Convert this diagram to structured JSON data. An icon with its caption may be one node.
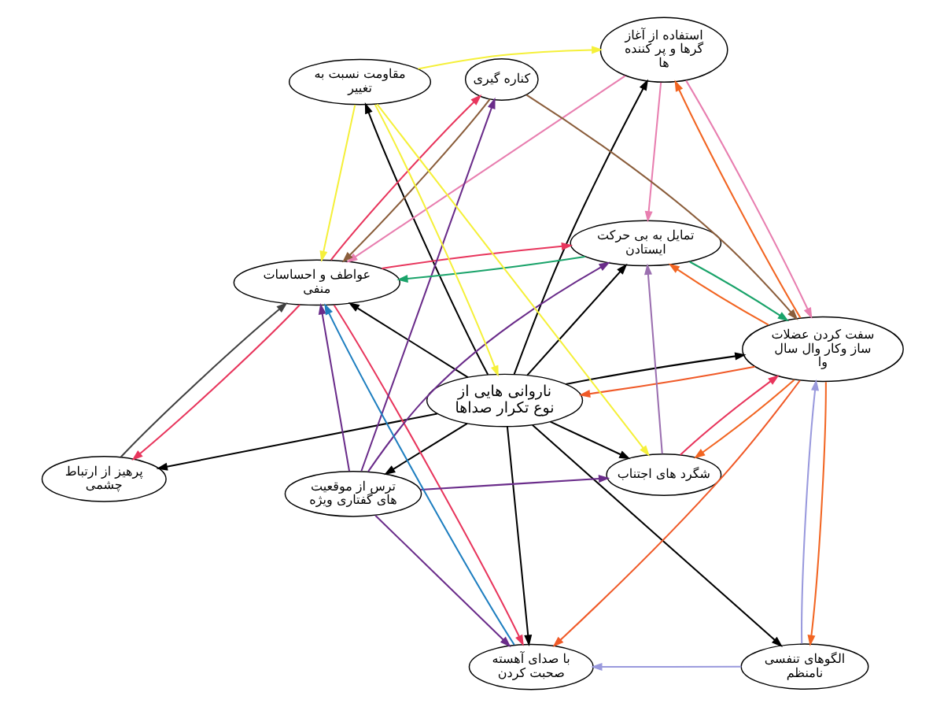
{
  "diagram": {
    "nodes": [
      {
        "text": [
          "ناروانی هایی از نوع تکرار صداها"
        ]
      },
      {
        "text": [
          "سفت کردن عضلات ساز وکار وال سال وا"
        ]
      },
      {
        "text": [
          "الگوهای تنفسی نامنظم"
        ]
      },
      {
        "text": [
          "عواطف و احساسات منفی"
        ]
      },
      {
        "text": [
          "استفاده از آغاز گرها و پر کننده ها"
        ]
      },
      {
        "text": [
          "کناره گیری"
        ]
      },
      {
        "text": [
          "ترس از موقعیت های گفتاری ویژه"
        ]
      },
      {
        "text": [
          "شگرد های اجتناب"
        ]
      },
      {
        "text": [
          "پرهیز از ارتباط چشمی"
        ]
      },
      {
        "text": [
          "تمایل به بی حرکت ایستادن"
        ]
      },
      {
        "text": [
          "با صدای آهسته صحبت کردن"
        ]
      },
      {
        "text": [
          "مقاومت نسبت به تغییر"
        ]
      }
    ],
    "edges": [
      {
        "from": 0,
        "to": 2,
        "arrow": "to"
      },
      {
        "from": 0,
        "to": 1,
        "arrow": "to"
      },
      {
        "from": 0,
        "to": 4,
        "arrow": "to"
      },
      {
        "from": 0,
        "to": 3,
        "arrow": "to"
      },
      {
        "from": 0,
        "to": 6,
        "arrow": "to"
      },
      {
        "from": 0,
        "to": 8,
        "arrow": "to"
      },
      {
        "from": 0,
        "to": 10,
        "arrow": "to"
      },
      {
        "from": 0,
        "to": 11,
        "arrow": "to"
      },
      {
        "from": 0,
        "to": 9,
        "arrow": "to"
      },
      {
        "from": 0,
        "to": 7,
        "arrow": "to"
      },
      {
        "from": 1,
        "to": 0,
        "arrow": "to",
        "color": "#f05a28"
      },
      {
        "from": 1,
        "to": 2,
        "arrow": "to",
        "color": "#f26522"
      },
      {
        "from": 2,
        "to": 1,
        "arrow": "to",
        "color": "#9999dd"
      },
      {
        "from": 2,
        "to": 10,
        "arrow": "to",
        "color": "#9999dd"
      },
      {
        "from": 1,
        "to": 4,
        "arrow": "to",
        "color": "#f26522"
      },
      {
        "from": 4,
        "to": 1,
        "arrow": "to",
        "color": "#e87fb0"
      },
      {
        "from": 4,
        "to": 3,
        "arrow": "to",
        "color": "#e87fb0"
      },
      {
        "from": 11,
        "to": 4,
        "arrow": "to",
        "color": "#f5f03a"
      },
      {
        "from": 11,
        "to": 0,
        "arrow": "to",
        "color": "#f5f03a"
      },
      {
        "from": 4,
        "to": 9,
        "arrow": "to",
        "color": "#e87fb0"
      },
      {
        "from": 6,
        "to": 3,
        "arrow": "to",
        "color": "#6a2c8a"
      },
      {
        "from": 6,
        "to": 5,
        "arrow": "to",
        "color": "#6a2c8a"
      },
      {
        "from": 6,
        "to": 10,
        "arrow": "to",
        "color": "#6a2c8a"
      },
      {
        "from": 6,
        "to": 9,
        "arrow": "to",
        "color": "#6a2c8a"
      },
      {
        "from": 6,
        "to": 7,
        "arrow": "to",
        "color": "#6a2c8a"
      },
      {
        "from": 8,
        "to": 3,
        "arrow": "to",
        "color": "#404040"
      },
      {
        "from": 10,
        "to": 3,
        "arrow": "to",
        "color": "#1f7fc0"
      },
      {
        "from": 9,
        "to": 1,
        "arrow": "to",
        "color": "#1aa36a"
      },
      {
        "from": 9,
        "to": 3,
        "arrow": "to",
        "color": "#1aa36a"
      },
      {
        "from": 11,
        "to": 7,
        "arrow": "to",
        "color": "#f5f03a"
      },
      {
        "from": 11,
        "to": 3,
        "arrow": "to",
        "color": "#f5f03a"
      },
      {
        "from": 3,
        "to": 8,
        "arrow": "to",
        "color": "#e8365d"
      },
      {
        "from": 3,
        "to": 10,
        "arrow": "to",
        "color": "#e8365d"
      },
      {
        "from": 3,
        "to": 9,
        "arrow": "to",
        "color": "#e8365d"
      },
      {
        "from": 3,
        "to": 5,
        "arrow": "to",
        "color": "#e8365d"
      },
      {
        "from": 7,
        "to": 1,
        "arrow": "to",
        "color": "#e8365d"
      },
      {
        "from": 5,
        "to": 3,
        "arrow": "to",
        "color": "#8b5e3c"
      },
      {
        "from": 5,
        "to": 1,
        "arrow": "to",
        "color": "#8b5e3c"
      },
      {
        "from": 7,
        "to": 9,
        "arrow": "to",
        "color": "#9b6fb0"
      },
      {
        "from": 1,
        "to": 10,
        "arrow": "to",
        "color": "#f05a28"
      },
      {
        "from": 1,
        "to": 9,
        "arrow": "to",
        "color": "#f26522"
      },
      {
        "from": 1,
        "to": 7,
        "arrow": "to",
        "color": "#f26522"
      }
    ]
  }
}
